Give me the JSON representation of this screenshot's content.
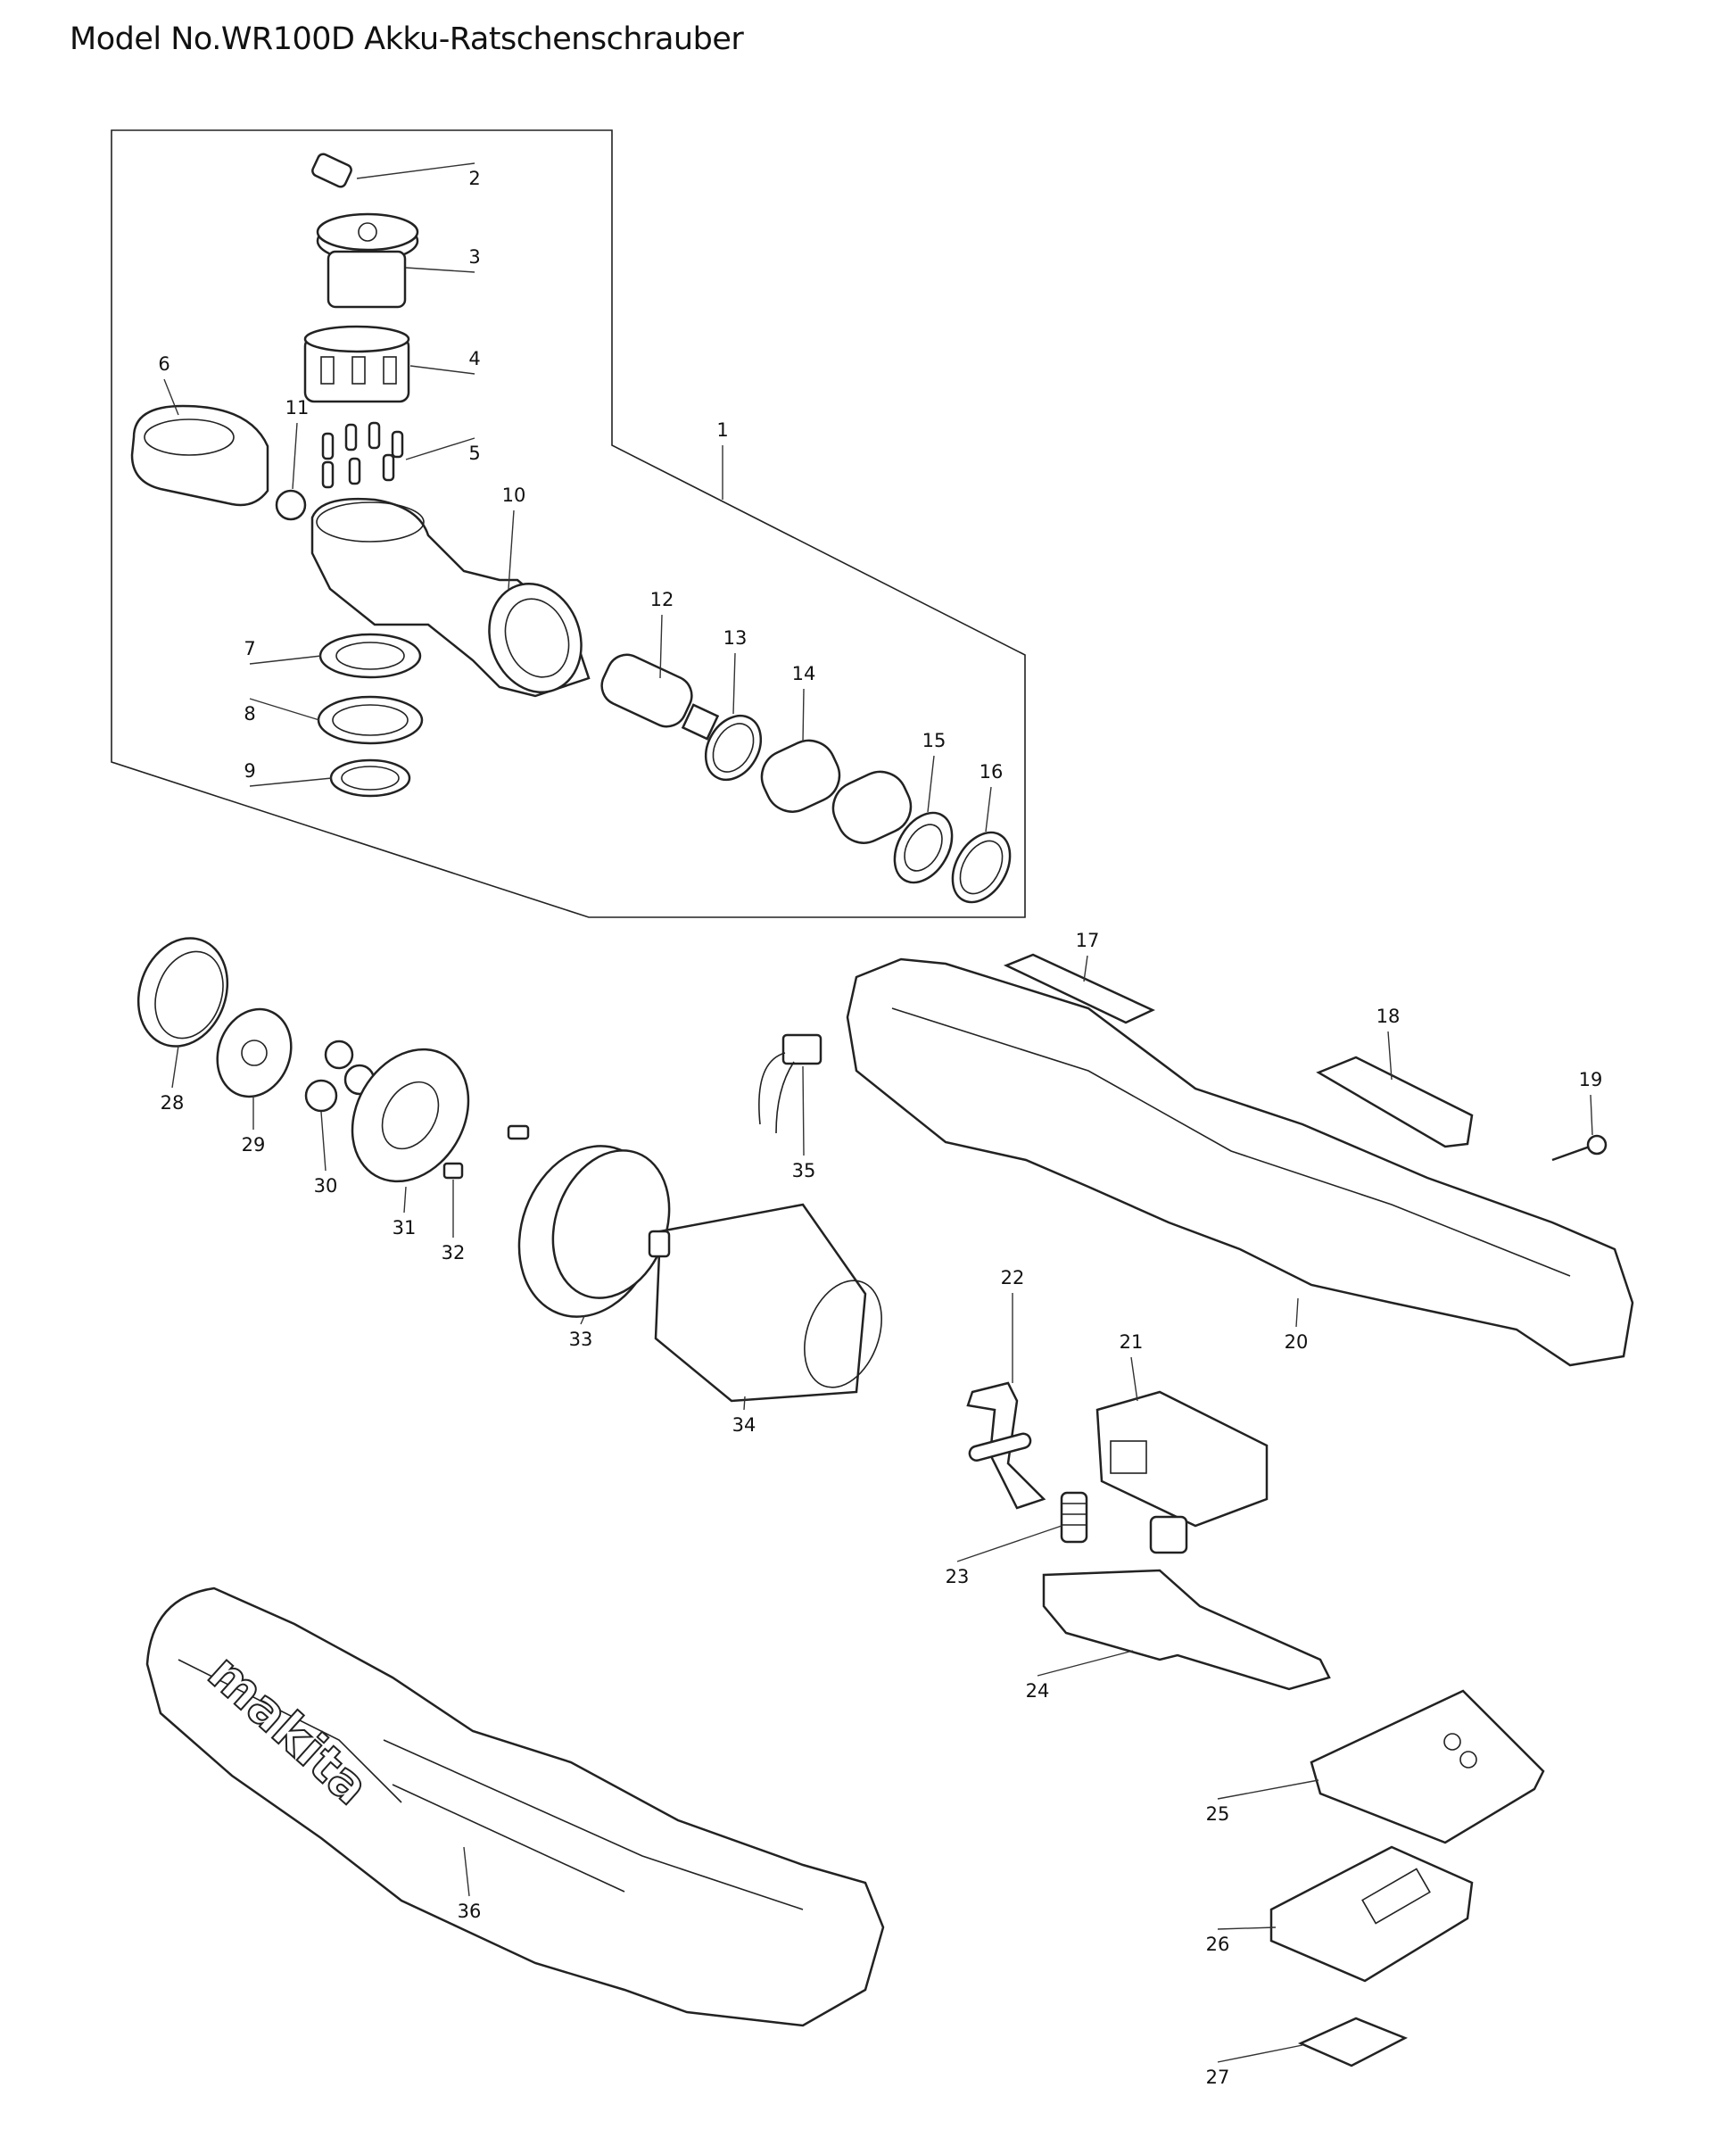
{
  "title": "Model No.WR100D Akku-Ratschenschrauber",
  "callouts": [
    "1",
    "2",
    "3",
    "4",
    "5",
    "6",
    "7",
    "8",
    "9",
    "10",
    "11",
    "12",
    "13",
    "14",
    "15",
    "16",
    "17",
    "18",
    "19",
    "20",
    "21",
    "22",
    "23",
    "24",
    "25",
    "26",
    "27",
    "28",
    "29",
    "30",
    "31",
    "32",
    "33",
    "34",
    "35",
    "36"
  ],
  "logo_text": "makita"
}
